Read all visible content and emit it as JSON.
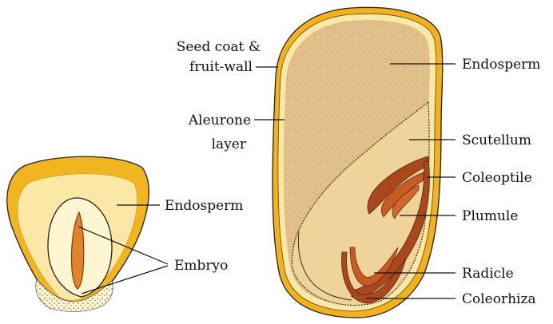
{
  "labels": {
    "seed_coat_line1": "Seed coat &",
    "seed_coat_line2": "fruit-wall",
    "aleurone_line1": "Aleurone",
    "aleurone_line2": "layer",
    "endosperm_right": "Endosperm",
    "scutellum": "Scutellum",
    "coleoptile": "Coleoptile",
    "plumule": "Plumule",
    "radicle": "Radicle",
    "coleorhiza": "Coleorhiza",
    "endosperm_left": "Endosperm",
    "embryo": "Embryo"
  },
  "colors": {
    "seed_coat": "#f3b21c",
    "aleurone": "#fbe8a6",
    "endosperm_speckle": "#e3c18e",
    "scutellum": "#eed39b",
    "embryo_brown": "#a8481c",
    "left_outer": "#f1b51f",
    "left_inner": "#fbeaa4",
    "left_cream": "#fdf6d0"
  }
}
